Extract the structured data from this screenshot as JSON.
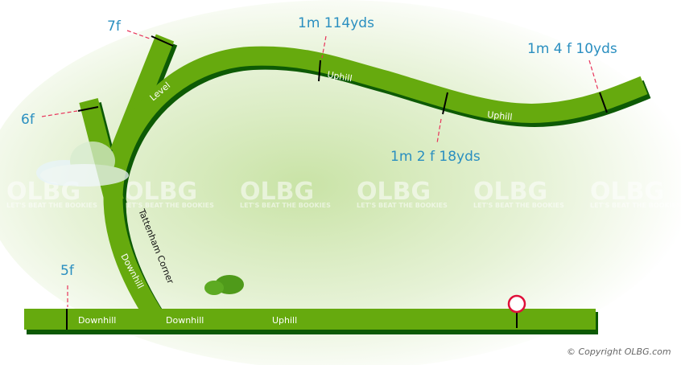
{
  "colors": {
    "track": "#66aa0e",
    "track_shadow": "#0d5a05",
    "distance_label": "#2a8fc0",
    "leader": "#e8335a",
    "finish_post": "#e0103a"
  },
  "distances": {
    "f7": "7f",
    "f6": "6f",
    "f5": "5f",
    "m1_114": "1m 114yds",
    "m1_2f18": "1m 2 f 18yds",
    "m1_4f10": "1m 4 f 10yds"
  },
  "track_labels": {
    "level": "Level",
    "uphill_1": "Uphill",
    "uphill_2": "Uphill",
    "downhill_bend": "Downhill",
    "downhill_1": "Downhill",
    "downhill_2": "Downhill",
    "uphill_straight": "Uphill",
    "corner": "Tattenham Corner"
  },
  "watermark": {
    "brand": "OLBG",
    "tagline": "LET'S BEAT THE BOOKIES"
  },
  "copyright": "© Copyright OLBG.com",
  "icons": {
    "finish": "finish-post-icon",
    "cloud": "cloud-icon",
    "bush": "bush-icon"
  }
}
